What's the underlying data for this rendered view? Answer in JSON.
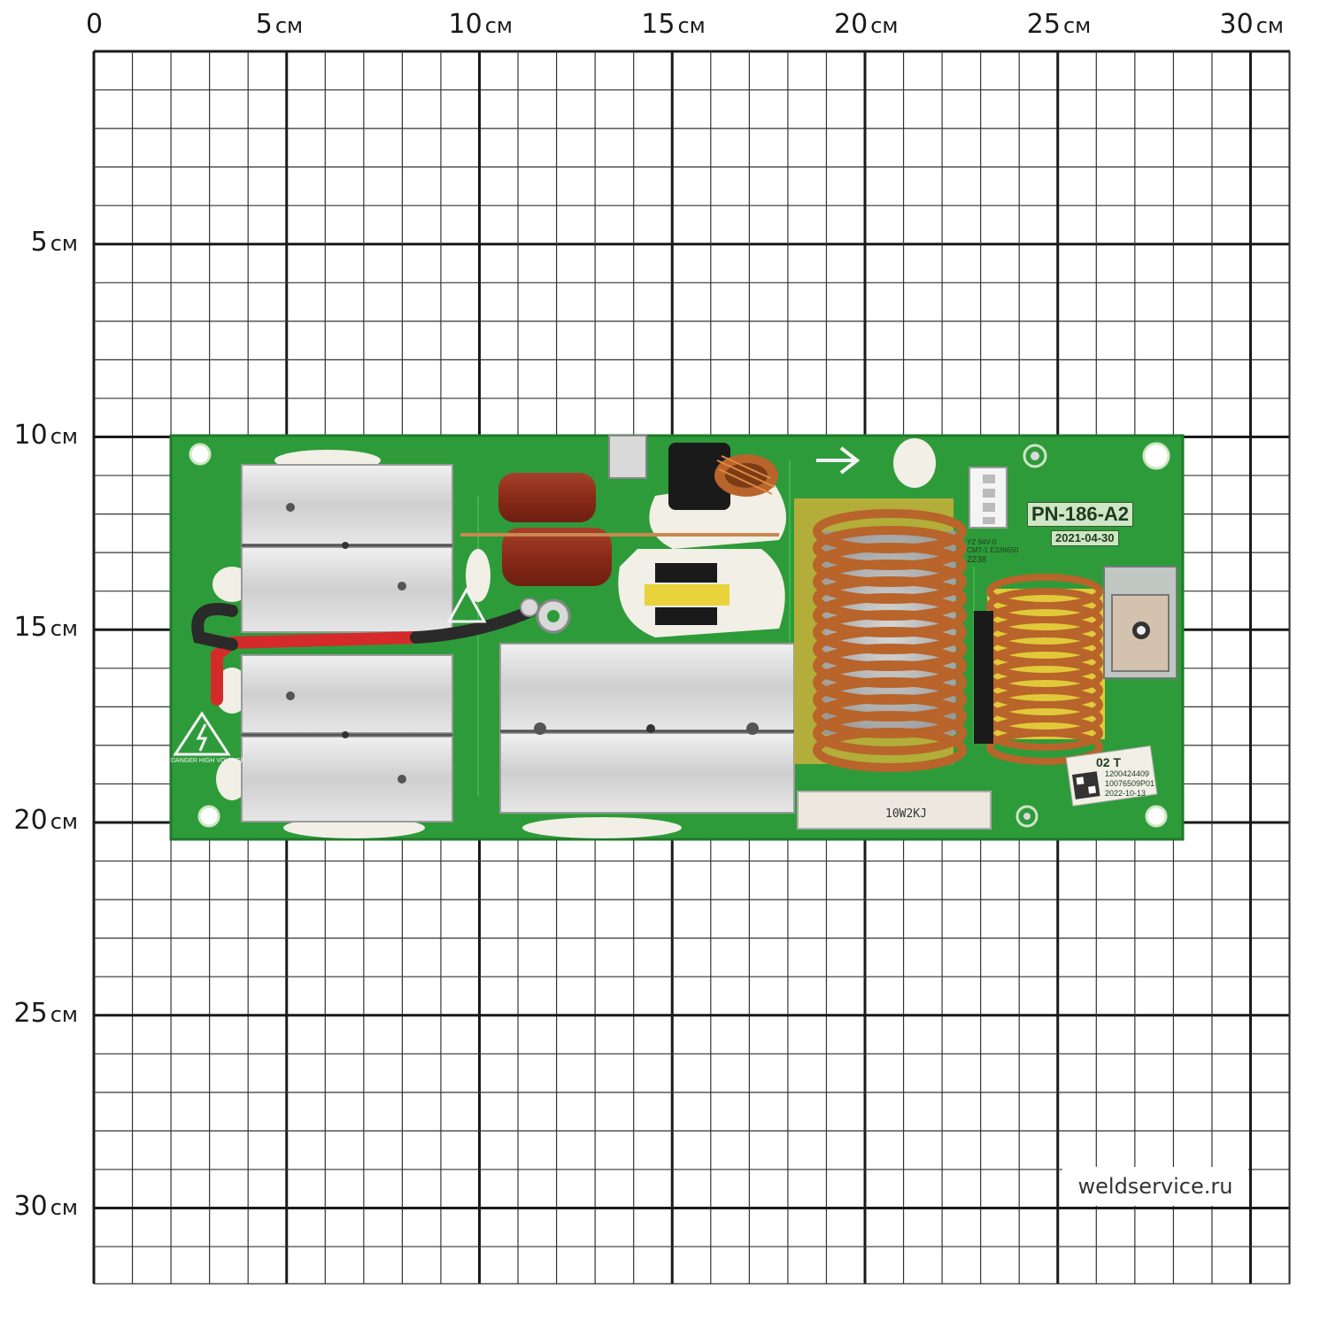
{
  "scale": {
    "unit": "см",
    "x_labels": [
      "0",
      "5",
      "10",
      "15",
      "20",
      "25",
      "30"
    ],
    "y_labels": [
      "5",
      "10",
      "15",
      "20",
      "25",
      "30"
    ]
  },
  "board": {
    "part_number": "PN-186-A2",
    "date": "2021-04-30",
    "resistor_code": "10W2KJ",
    "sticker_title": "02 T",
    "sticker_line_1": "1200424409",
    "sticker_line_2": "10076509P01",
    "sticker_line_3": "2022-10-13",
    "ul_line_1": "YZ 94V-0",
    "ul_line_2": "CMT-1 E336650",
    "ul_line_3": "2238",
    "danger_text": "DANGER HIGH VOLTAGE"
  },
  "watermark": "weldservice.ru",
  "colors": {
    "pcb_green": "#2e9b3a",
    "grid_major": "#1a1a1a",
    "grid_minor": "#333333",
    "copper": "#b8642a",
    "heatsink": "#d9d9d9",
    "capacitor": "#8e2c1c"
  }
}
